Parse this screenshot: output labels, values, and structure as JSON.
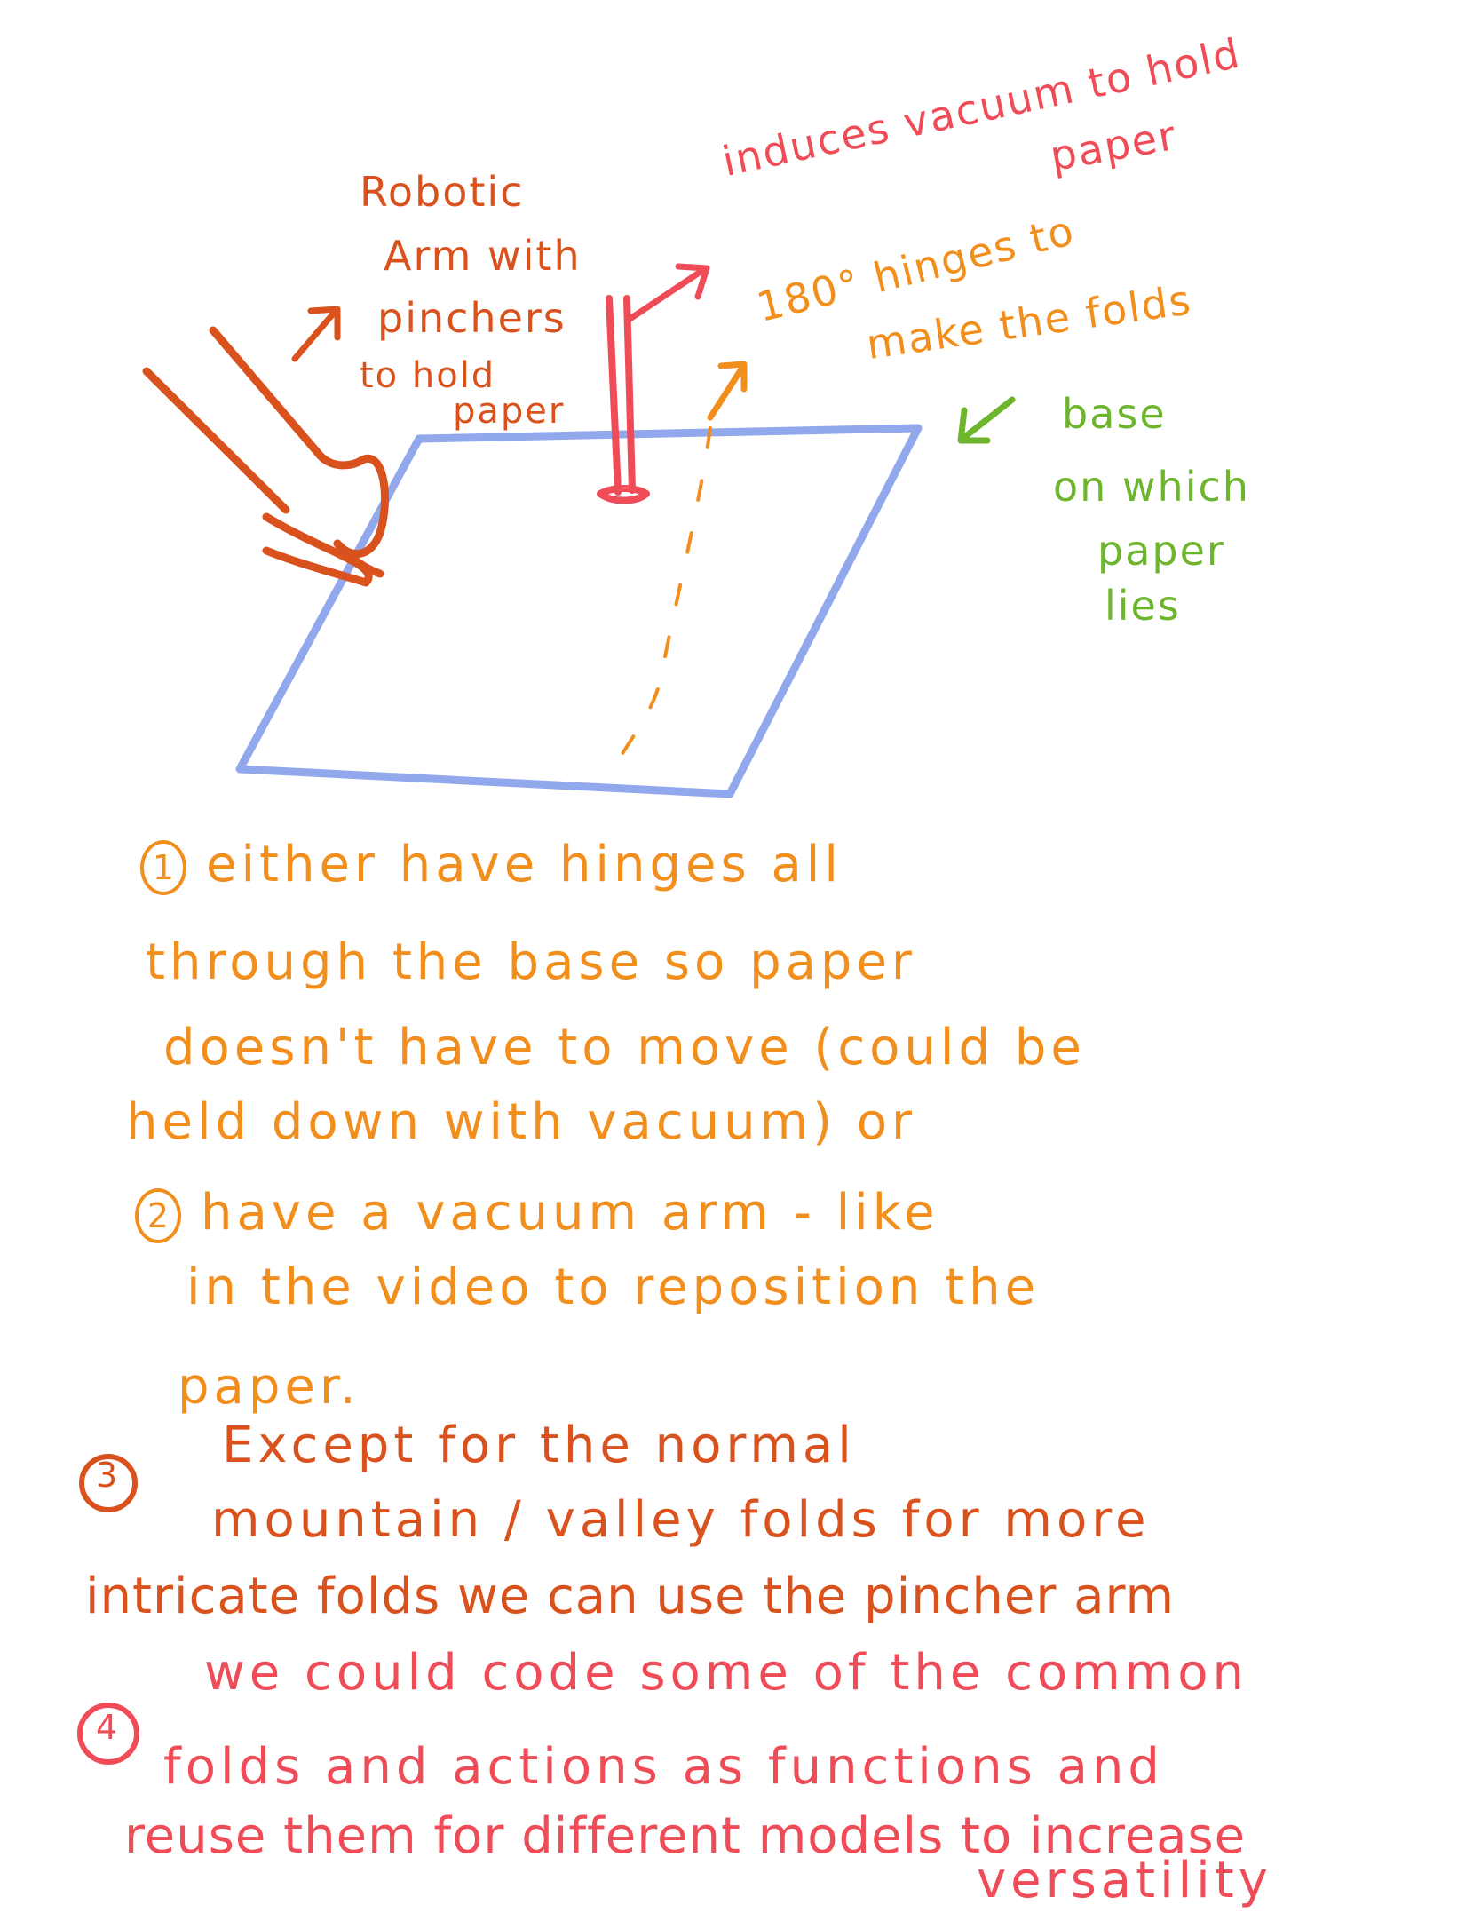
{
  "colors": {
    "arm": "#d9521d",
    "vacuum": "#ef4c57",
    "hinge": "#f28e1c",
    "base": "#6cb52d",
    "paper_outline": "#92a8ec"
  },
  "labels": {
    "arm_lines": [
      "Robotic",
      "Arm   with",
      "pinchers",
      "to hold",
      "paper"
    ],
    "vacuum_lines": [
      "induces vacuum  to hold",
      "paper"
    ],
    "hinge_lines": [
      "180° hinges to",
      "make the folds"
    ],
    "base_lines": [
      "base",
      "on  which",
      "paper",
      "lies"
    ]
  },
  "notes": {
    "note1": {
      "number": "1",
      "lines": [
        "either   have   hinges   all",
        "through   the   base   so   paper",
        "doesn't   have  to  move  (could  be",
        "held   down   with   vacuum)   or"
      ]
    },
    "note2": {
      "number": "2",
      "lines": [
        "have      a    vacuum  arm - like",
        "in     the     video  to  reposition  the",
        "paper."
      ]
    },
    "note3": {
      "number": "3",
      "lines": [
        "Except   for   the   normal",
        "mountain / valley  folds  for   more",
        "intricate  folds  we  can  use  the  pincher  arm"
      ]
    },
    "note4": {
      "number": "4",
      "lines": [
        "we  could   code  some  of    the  common",
        "folds   and   actions  as   functions  and",
        "reuse  them   for  different  models  to   increase",
        "versatility"
      ]
    }
  }
}
